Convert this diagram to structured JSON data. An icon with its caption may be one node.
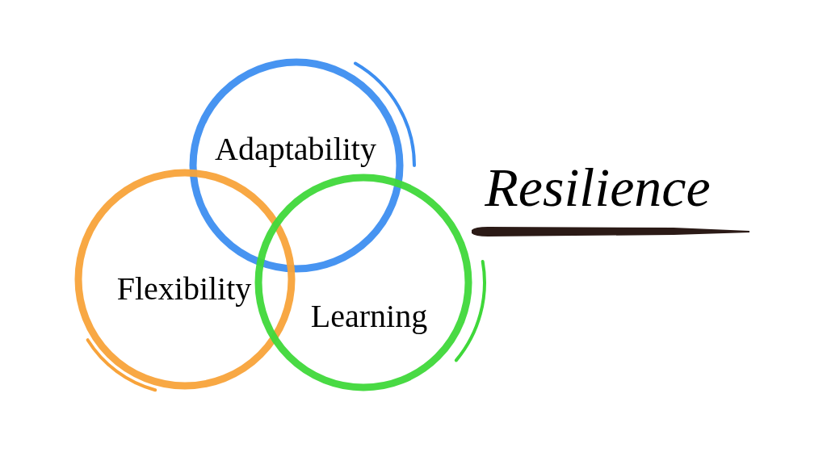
{
  "diagram": {
    "title": "Resilience",
    "nodes": [
      {
        "text": [
          "Adaptability"
        ]
      },
      {
        "text": [
          "Flexibility"
        ]
      },
      {
        "text": [
          "Learning"
        ]
      }
    ]
  }
}
